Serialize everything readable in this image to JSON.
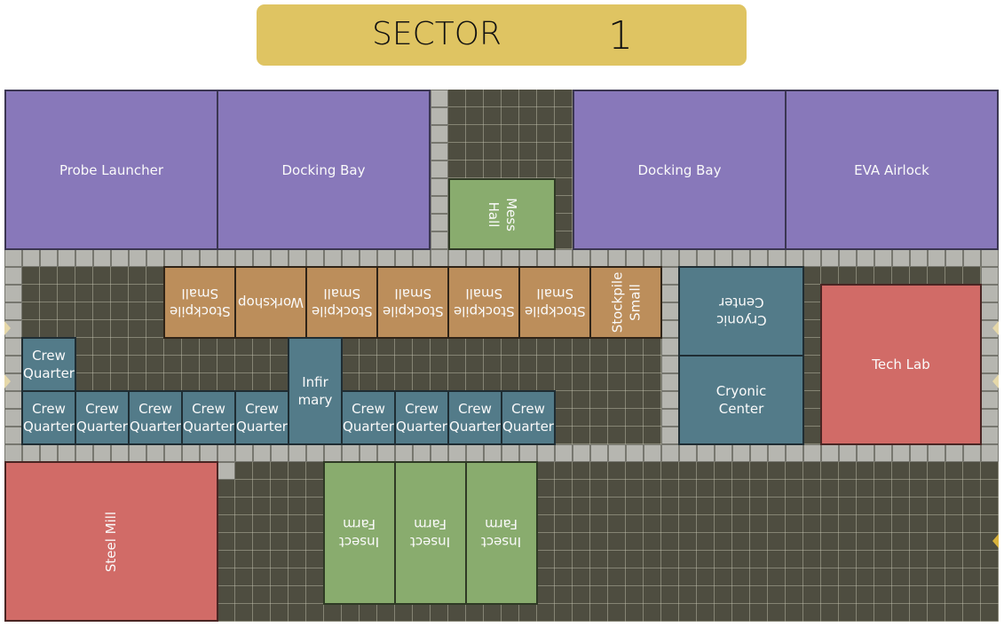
{
  "header": {
    "label": "SECTOR",
    "number": "1",
    "color": "#dfc462"
  },
  "colors": {
    "floor": "#4e4d40",
    "wall": "#b6b6b0",
    "purple": "#8878ba",
    "green": "#89ac6e",
    "tan": "#bc8e5b",
    "teal": "#537b89",
    "red": "#d16b67"
  },
  "rooms": {
    "probe_launcher": "Probe Launcher",
    "docking_bay_1": "Docking Bay",
    "mess_hall": "Mess\nHall",
    "docking_bay_2": "Docking Bay",
    "eva_airlock": "EVA Airlock",
    "stockpile_1": "Stockpile\nSmall",
    "workshop": "Workshop",
    "stockpile_2": "Stockpile\nSmall",
    "stockpile_3": "Stockpile\nSmall",
    "stockpile_4": "Stockpile\nSmall",
    "stockpile_5": "Stockpile\nSmall",
    "stockpile_6": "Stockpile\nSmall",
    "cryonic_center_1": "Cryonic\nCenter",
    "cryonic_center_2": "Cryonic\nCenter",
    "tech_lab": "Tech Lab",
    "crew_quarter_top": "Crew\nQuarter",
    "crew_quarters": [
      "Crew\nQuarter",
      "Crew\nQuarter",
      "Crew\nQuarter",
      "Crew\nQuarter",
      "Crew\nQuarter",
      "Crew\nQuarter",
      "Crew\nQuarter",
      "Crew\nQuarter",
      "Crew\nQuarter"
    ],
    "infirmary": "Infir\nmary",
    "steel_mill": "Steel Mill",
    "insect_farm_1": "Insect\nFarm",
    "insect_farm_2": "Insect\nFarm",
    "insect_farm_3": "Insect\nFarm"
  }
}
